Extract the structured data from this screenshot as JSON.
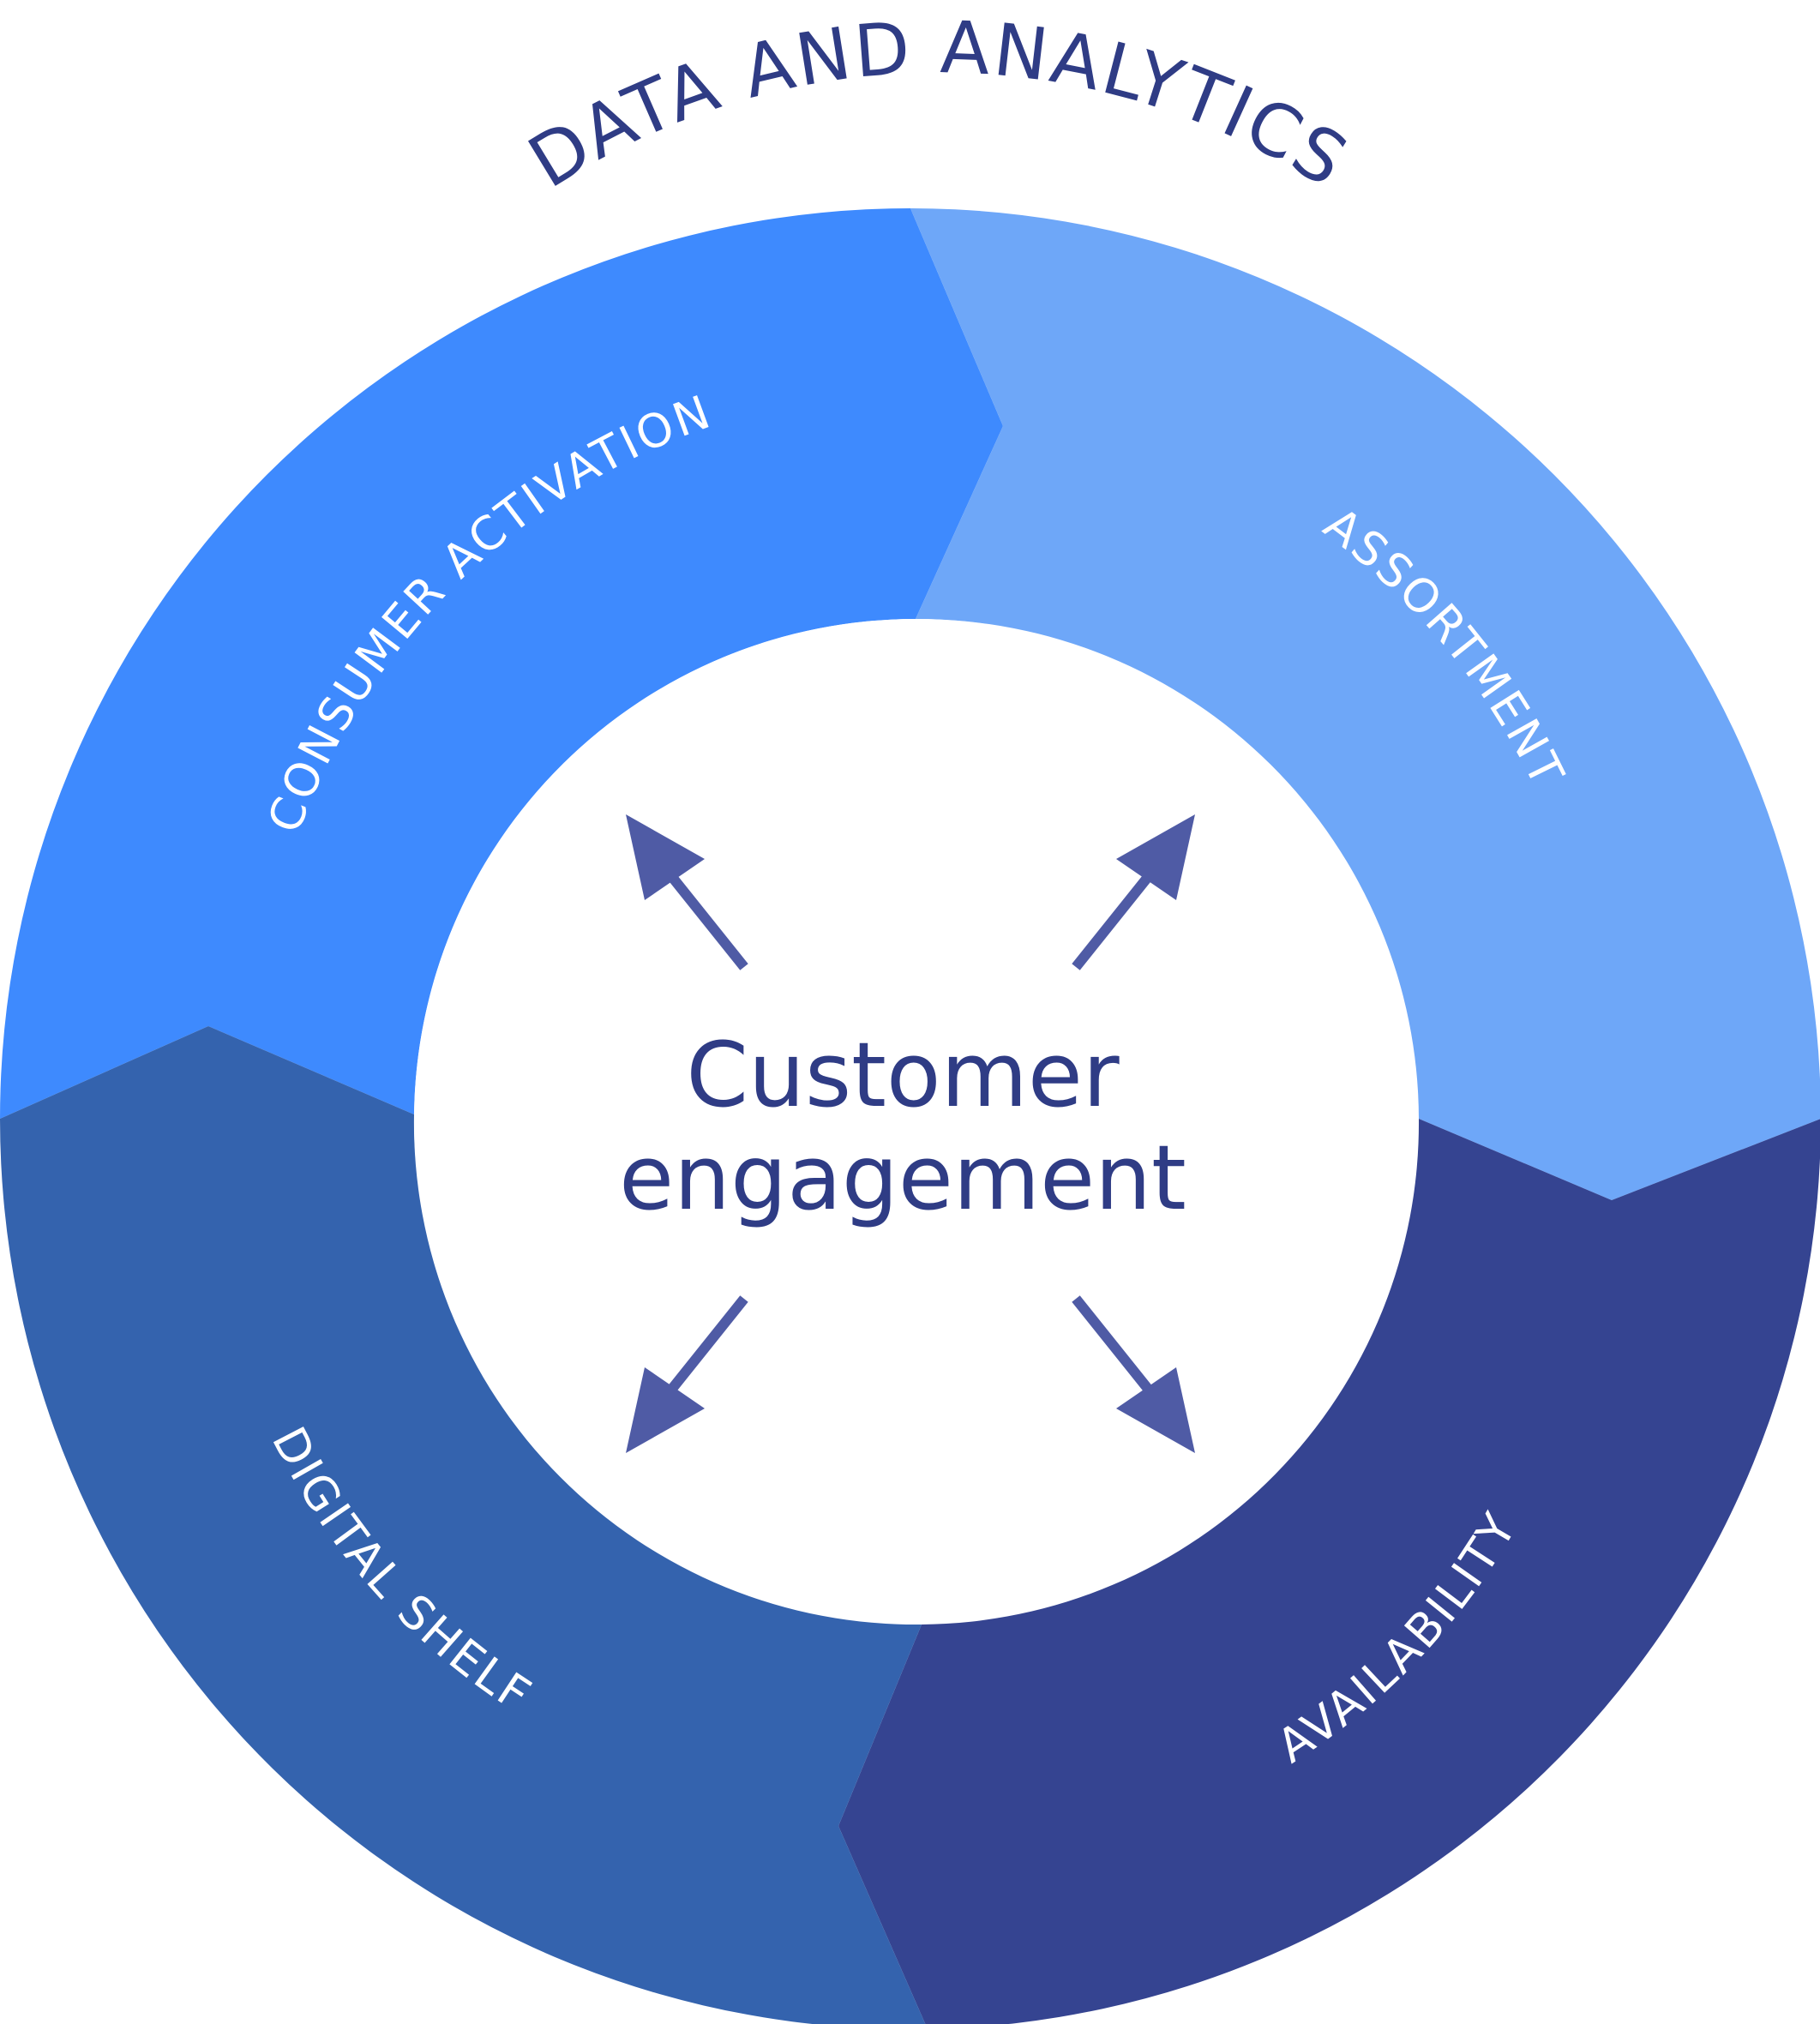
{
  "title": "DATA AND ANALYTICS",
  "center": {
    "line1": "Customer",
    "line2": "engagement"
  },
  "segments": [
    {
      "label": "CONSUMER ACTIVATION",
      "color": "#3E8AFE"
    },
    {
      "label": "ASSORTMENT",
      "color": "#6EA7F8"
    },
    {
      "label": "AVAILABILITY",
      "color": "#354491"
    },
    {
      "label": "DIGITAL SHELF",
      "color": "#3463AE"
    }
  ],
  "colors": {
    "title": "#2F3C85",
    "segment_text": "#FFFFFF",
    "center_fill": "#FFFFFF",
    "center_text": "#2F3C85",
    "arrow": "#4F5BA5"
  },
  "arrows": [
    {
      "icon": "arrow-up-left-icon"
    },
    {
      "icon": "arrow-up-right-icon"
    },
    {
      "icon": "arrow-down-left-icon"
    },
    {
      "icon": "arrow-down-right-icon"
    }
  ]
}
